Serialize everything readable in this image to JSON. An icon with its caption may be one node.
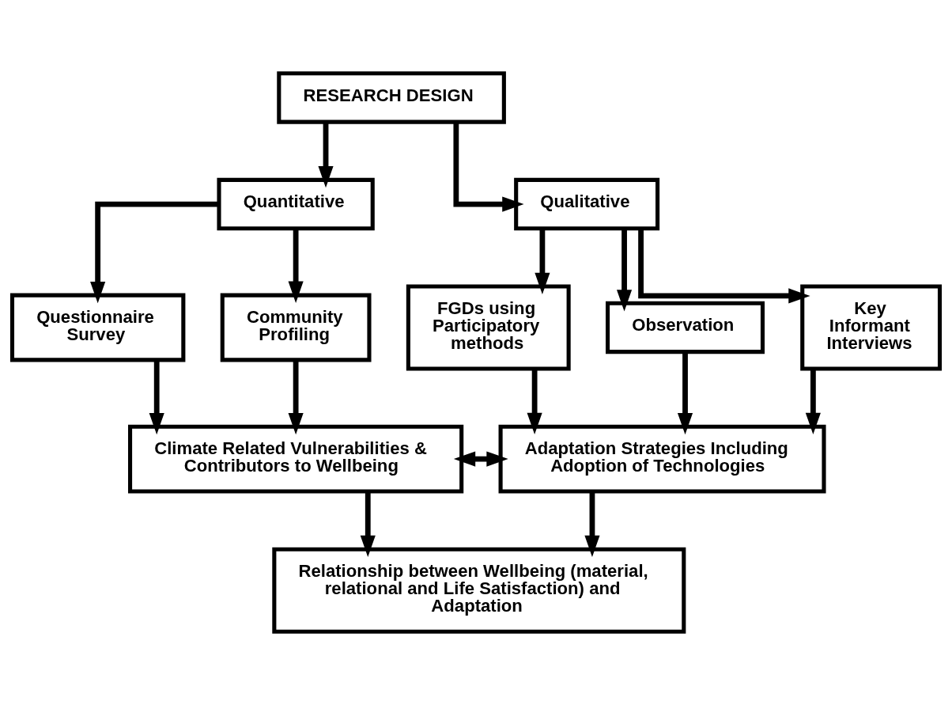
{
  "diagram": {
    "nodes": [
      {
        "text": [
          "RESEARCH DESIGN"
        ]
      },
      {
        "text": [
          "Quantitative"
        ]
      },
      {
        "text": [
          "Qualitative"
        ]
      },
      {
        "text": [
          "Questionnaire Survey"
        ]
      },
      {
        "text": [
          "Community Profiling"
        ]
      },
      {
        "text": [
          "FGDs using Participatory methods"
        ]
      },
      {
        "text": [
          "Observation"
        ]
      },
      {
        "text": [
          "Key Informant Interviews"
        ]
      },
      {
        "text": [
          "Climate Related Vulnerabilities & Contributors to Wellbeing"
        ]
      },
      {
        "text": [
          "Adaptation Strategies Including Adoption of Technologies"
        ]
      },
      {
        "text": [
          "Relationship between Wellbeing (material, relational and Life Satisfaction) and Adaptation"
        ]
      }
    ],
    "edges": [
      {
        "from": 0,
        "to": 1,
        "arrow": "to"
      },
      {
        "from": 0,
        "to": 2,
        "arrow": "to"
      },
      {
        "from": 1,
        "to": 3,
        "arrow": "to"
      },
      {
        "from": 1,
        "to": 4,
        "arrow": "to"
      },
      {
        "from": 2,
        "to": 5,
        "arrow": "to"
      },
      {
        "from": 2,
        "to": 6,
        "arrow": "to"
      },
      {
        "from": 2,
        "to": 7,
        "arrow": "to"
      },
      {
        "from": 3,
        "to": 8,
        "arrow": "to"
      },
      {
        "from": 4,
        "to": 8,
        "arrow": "to"
      },
      {
        "from": 5,
        "to": 9,
        "arrow": "to"
      },
      {
        "from": 6,
        "to": 9,
        "arrow": "to"
      },
      {
        "from": 7,
        "to": 9,
        "arrow": "to"
      },
      {
        "from": 8,
        "to": 9,
        "arrow": "both"
      },
      {
        "from": 8,
        "to": 10,
        "arrow": "to"
      },
      {
        "from": 9,
        "to": 10,
        "arrow": "to"
      }
    ]
  }
}
